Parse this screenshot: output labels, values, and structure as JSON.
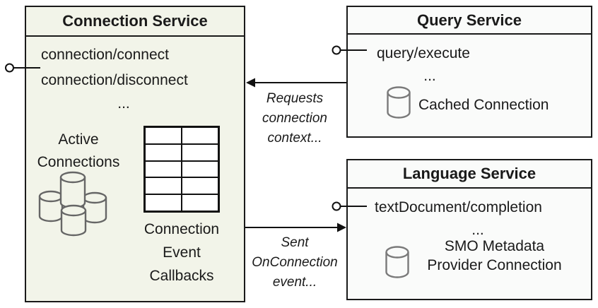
{
  "diagram": {
    "connection_service": {
      "title": "Connection Service",
      "methods": [
        "connection/connect",
        "connection/disconnect",
        "..."
      ],
      "active_connections": {
        "lines": [
          "Active",
          "Connections"
        ],
        "icon": "database-cylinder-cluster-icon"
      },
      "event_callbacks": {
        "lines": [
          "Connection",
          "Event",
          "Callbacks"
        ],
        "icon": "table-grid-icon"
      }
    },
    "query_service": {
      "title": "Query Service",
      "methods": [
        "query/execute",
        "..."
      ],
      "cached_connection": {
        "label": "Cached Connection",
        "icon": "database-cylinder-icon"
      }
    },
    "language_service": {
      "title": "Language Service",
      "methods": [
        "textDocument/completion",
        "..."
      ],
      "smo_connection": {
        "lines": [
          "SMO Metadata",
          "Provider Connection"
        ],
        "icon": "database-cylinder-icon"
      }
    },
    "arrows": [
      {
        "direction": "right-to-left",
        "from": "Query Service",
        "to": "Connection Service",
        "label_lines": [
          "Requests",
          "connection",
          "context..."
        ]
      },
      {
        "direction": "left-to-right",
        "from": "Connection Service",
        "to": "Language Service",
        "label_lines": [
          "Sent",
          "OnConnection",
          "event..."
        ]
      }
    ],
    "colors": {
      "connection_box_bg": "#f2f4e9",
      "service_box_bg": "#fafbfa",
      "box_border": "#1a1a1a",
      "cluster_cylinder_stroke": "#666666",
      "single_cylinder_stroke": "#7a7a7a",
      "connector_line": "#111111"
    }
  }
}
